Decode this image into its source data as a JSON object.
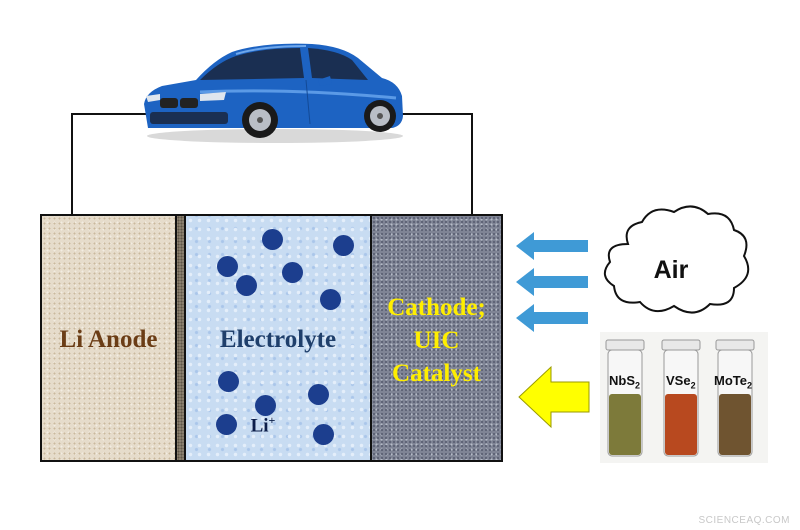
{
  "anode": {
    "label": "Li Anode"
  },
  "electrolyte": {
    "label": "Electrolyte",
    "ion_label": "Li",
    "ion_charge": "+"
  },
  "cathode": {
    "label_line1": "Cathode;",
    "label_line2": "UIC",
    "label_line3": "Catalyst"
  },
  "air": {
    "label": "Air"
  },
  "catalysts": [
    {
      "name": "NbS",
      "subscript": "2",
      "color": "#7d7a3a"
    },
    {
      "name": "VSe",
      "subscript": "2",
      "color": "#b8491f"
    },
    {
      "name": "MoTe",
      "subscript": "2",
      "color": "#6f5430"
    }
  ],
  "colors": {
    "air_arrow": "#3f9ad6",
    "catalyst_arrow": "#ffff00",
    "ion": "#1c3e8e",
    "cathode_text": "#ffee00"
  },
  "watermark": "SCIENCEAQ.COM"
}
